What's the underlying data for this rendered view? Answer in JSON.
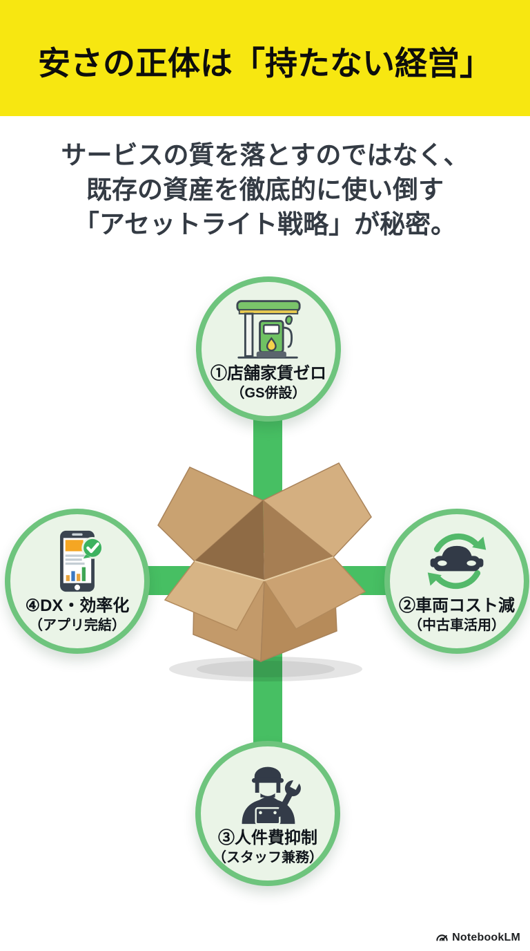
{
  "header": {
    "title": "安さの正体は「持たない経営」",
    "background": "#F7E711"
  },
  "subtitle": {
    "lines": [
      "サービスの質を落とすのではなく、",
      "既存の資産を徹底的に使い倒す",
      "「アセットライト戦略」が秘密。"
    ]
  },
  "diagram": {
    "center": {
      "name": "open-cardboard-box"
    },
    "nodes": [
      {
        "position": "top",
        "icon": "gas-station-icon",
        "line1": "①店舗家賃ゼロ",
        "line2": "（GS併設）"
      },
      {
        "position": "right",
        "icon": "car-recycle-icon",
        "line1": "②車両コスト減",
        "line2": "（中古車活用）"
      },
      {
        "position": "bottom",
        "icon": "mechanic-icon",
        "line1": "③人件費抑制",
        "line2": "（スタッフ兼務）"
      },
      {
        "position": "left",
        "icon": "smartphone-check-icon",
        "line1": "④DX・効率化",
        "line2": "（アプリ完結）"
      }
    ],
    "colors": {
      "connector_green": "#47BF63",
      "node_border_green": "#6EC47D",
      "node_fill": "#EAF4E7",
      "header_yellow": "#F7E711",
      "box_tan": "#C39A6A"
    }
  },
  "footer": {
    "brand": "NotebookLM"
  }
}
